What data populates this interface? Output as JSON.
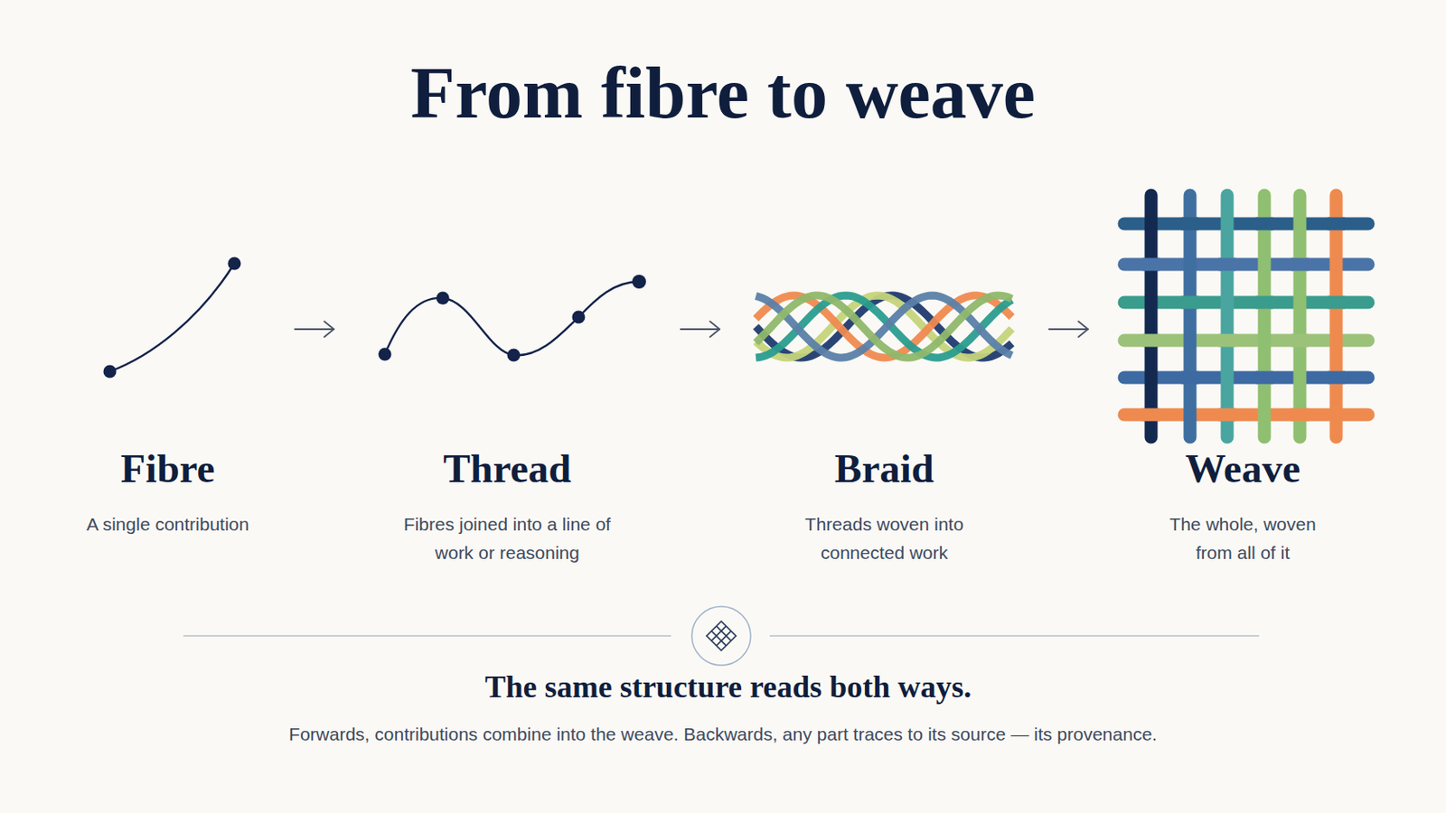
{
  "diagram": {
    "title": "From fibre to weave",
    "caption": "The same structure reads both ways.",
    "nodes": [
      {
        "text": [
          "Fibre",
          "A single contribution"
        ]
      },
      {
        "text": [
          "Thread",
          "Fibres joined into a line of work or reasoning"
        ]
      },
      {
        "text": [
          "Braid",
          "Threads woven into connected work"
        ]
      },
      {
        "text": [
          "Weave",
          "The whole, woven from all of it"
        ]
      }
    ],
    "edges": [
      {
        "from": 0,
        "to": 1,
        "arrow": "to"
      },
      {
        "from": 1,
        "to": 2,
        "arrow": "to"
      },
      {
        "from": 2,
        "to": 3,
        "arrow": "to"
      }
    ],
    "labels": [
      "Forwards, contributions combine into the weave. Backwards, any part traces to its source — its provenance."
    ]
  }
}
